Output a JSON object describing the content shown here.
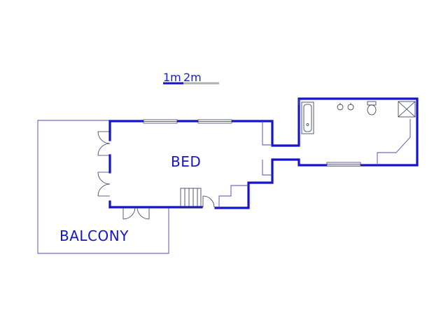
{
  "plan": {
    "rooms": [
      {
        "id": "bed",
        "label": "BED"
      },
      {
        "id": "balcony",
        "label": "BALCONY"
      }
    ],
    "scale_bar": {
      "labels": [
        "1m",
        "2m"
      ]
    },
    "colors": {
      "walls": "#1414cc",
      "labels": "#1515c8",
      "outline": "#4a4ab0",
      "scale_grey": "#b0b0b0"
    }
  }
}
